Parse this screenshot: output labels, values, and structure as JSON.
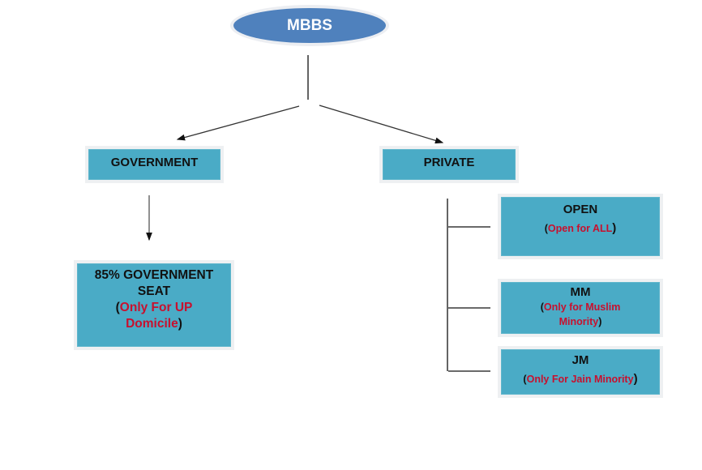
{
  "colors": {
    "root_fill": "#4f81bd",
    "box_fill": "#4aabc6",
    "note_text": "#c8102e",
    "title_text": "#111111"
  },
  "root": {
    "label": "MBBS"
  },
  "branches": {
    "government": {
      "label": "GOVERNMENT",
      "child": {
        "title_line1": "85% GOVERNMENT",
        "title_line2": "SEAT",
        "note_line1": "Only For UP",
        "note_line2": "Domicile",
        "open_paren": "(",
        "close_paren": ")"
      }
    },
    "private": {
      "label": "PRIVATE",
      "children": [
        {
          "title": "OPEN",
          "note_line1": "Open for ALL",
          "note_line2": "",
          "open_paren": "(",
          "close_paren": ")"
        },
        {
          "title": "MM",
          "note_line1": "Only for Muslim",
          "note_line2": "Minority",
          "open_paren": "(",
          "close_paren": ")"
        },
        {
          "title": "JM",
          "note_line1": "Only For Jain Minority",
          "note_line2": "",
          "open_paren": "(",
          "close_paren": ")"
        }
      ]
    }
  }
}
